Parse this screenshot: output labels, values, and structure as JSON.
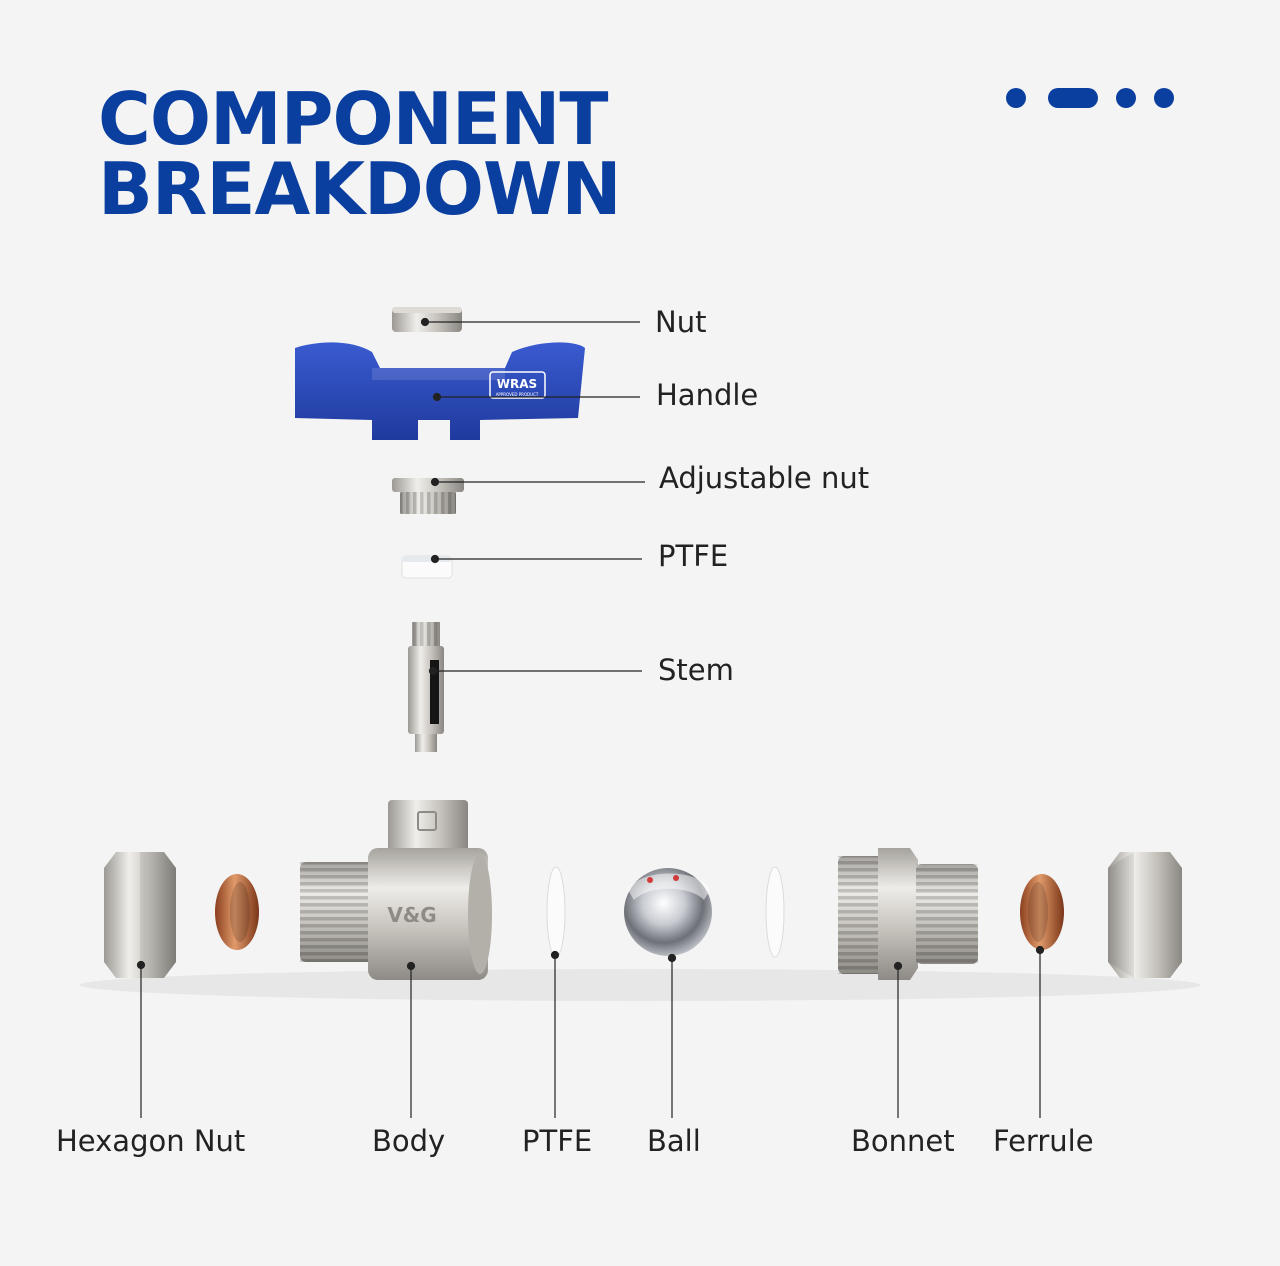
{
  "heading": {
    "line1": "COMPONENT",
    "line2": "BREAKDOWN"
  },
  "colors": {
    "brand_blue": "#0a3fa0",
    "handle_blue": "#2a47b8",
    "leader_line": "#222222",
    "copper": "#b8643a",
    "nickel": "#c9c6c0",
    "ptfe": "#f7f7f7"
  },
  "pagination": {
    "total": 4,
    "active": 2
  },
  "handle_badge": {
    "brand": "WRAS",
    "subtitle": "APPROVED PRODUCT"
  },
  "body_marking": "V&G",
  "labels": {
    "nut": "Nut",
    "handle": "Handle",
    "adjustable_nut": "Adjustable nut",
    "ptfe_top": "PTFE",
    "stem": "Stem",
    "hexagon_nut": "Hexagon Nut",
    "body": "Body",
    "ptfe_bottom": "PTFE",
    "ball": "Ball",
    "bonnet": "Bonnet",
    "ferrule": "Ferrule"
  }
}
